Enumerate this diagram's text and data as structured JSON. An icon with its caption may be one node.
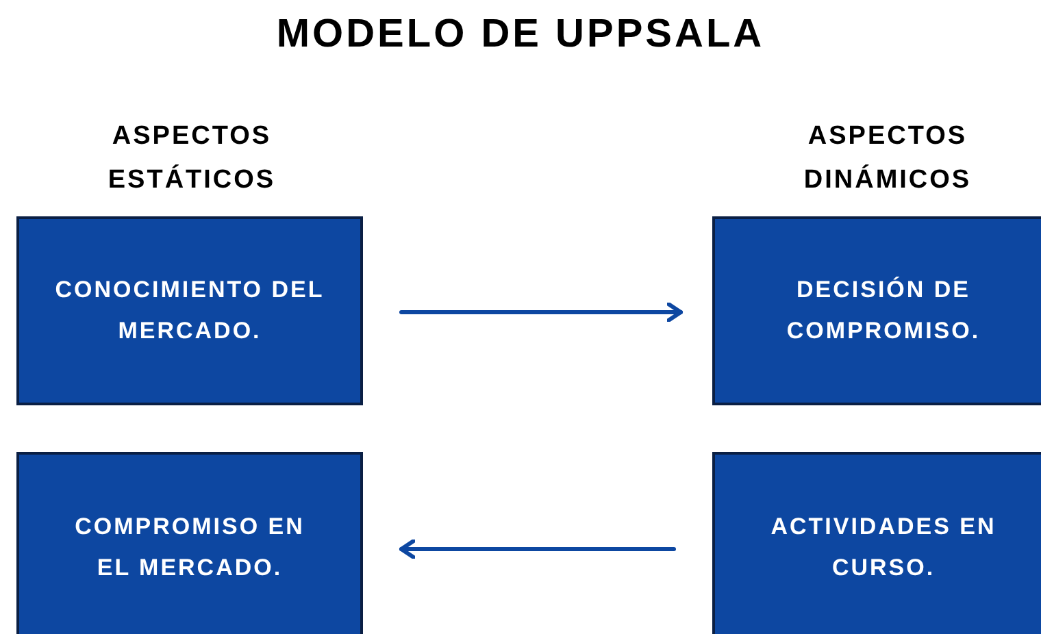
{
  "diagram": {
    "title": "MODELO DE UPPSALA",
    "nodes": [
      {
        "text": [
          "CONOCIMIENTO DEL MERCADO."
        ]
      },
      {
        "text": [
          "DECISIÓN DE COMPROMISO."
        ]
      },
      {
        "text": [
          "COMPROMISO EN EL MERCADO."
        ]
      },
      {
        "text": [
          "ACTIVIDADES EN CURSO."
        ]
      }
    ],
    "edges": [
      {
        "from": 0,
        "to": 1,
        "arrow": "to"
      },
      {
        "from": 3,
        "to": 2,
        "arrow": "to"
      }
    ],
    "labels": [
      "ASPECTOS ESTÁTICOS",
      "ASPECTOS DINÁMICOS"
    ]
  }
}
